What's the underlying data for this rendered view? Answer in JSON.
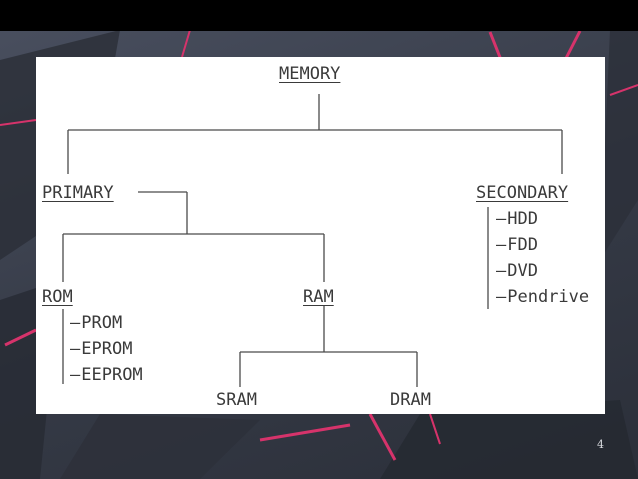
{
  "diagram": {
    "root": "MEMORY",
    "primary": {
      "label": "PRIMARY",
      "rom": {
        "label": "ROM",
        "children": [
          "PROM",
          "EPROM",
          "EEPROM"
        ]
      },
      "ram": {
        "label": "RAM",
        "children": [
          "SRAM",
          "DRAM"
        ]
      }
    },
    "secondary": {
      "label": "SECONDARY",
      "children": [
        "HDD",
        "FDD",
        "DVD",
        "Pendrive"
      ]
    }
  },
  "slide": {
    "page_number": "4"
  },
  "colors": {
    "panel": "#ffffff",
    "lines": "#4a4a4a",
    "text": "#3a3a3a",
    "background": "#3d4350",
    "accent_streaks": "#d6336b"
  }
}
